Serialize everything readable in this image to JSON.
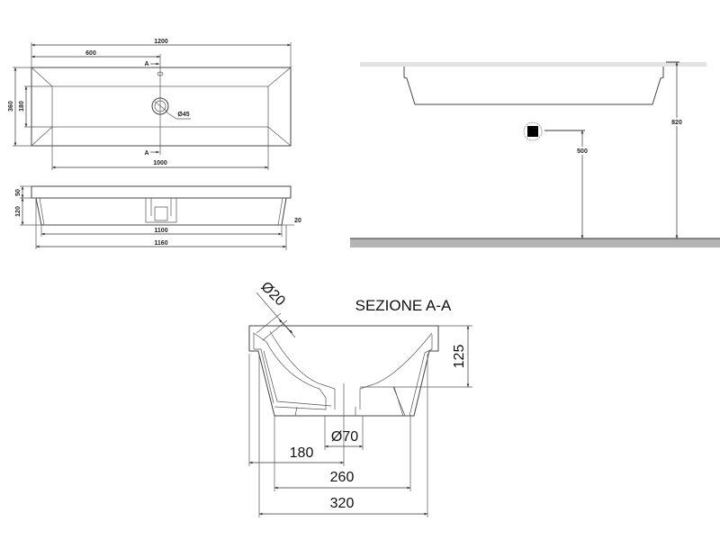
{
  "top_view": {
    "dim_length": "1200",
    "dim_half": "600",
    "dim_depth": "360",
    "dim_inner_depth": "180",
    "dim_inner_length": "1000",
    "drain_diameter": "Ø45",
    "section_mark_top": "A",
    "section_mark_bottom": "A"
  },
  "front_view": {
    "dim_slab": "50",
    "dim_basin_height": "120",
    "dim_offset": "20",
    "dim_bottom_length": "1100",
    "dim_basin_length": "1160"
  },
  "install_view": {
    "dim_height_total": "820",
    "dim_drain_height": "500",
    "colors": {
      "ceiling": "#e2e2e2",
      "floor": "#b4b4b4"
    }
  },
  "section": {
    "title": "SEZIONE A-A",
    "dim_overflow": "Ø20",
    "dim_depth": "125",
    "dim_drain": "Ø70",
    "dim_center": "180",
    "dim_base": "260",
    "dim_width": "320"
  }
}
